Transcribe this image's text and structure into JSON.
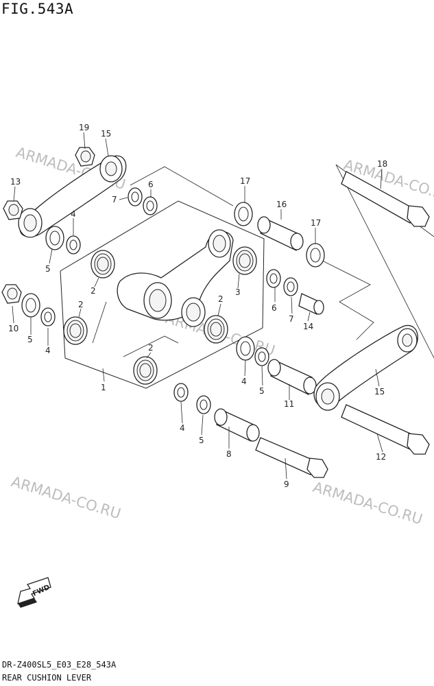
{
  "figure": {
    "title": "FIG.543A",
    "diagram_code": "DR-Z400SL5_E03_E28_543A",
    "diagram_name": "REAR CUSHION LEVER"
  },
  "watermark": "ARMADA-CO.RU",
  "fwd_label": "FWD",
  "callouts": [
    {
      "id": "c19",
      "label": "19"
    },
    {
      "id": "c15a",
      "label": "15"
    },
    {
      "id": "c13",
      "label": "13"
    },
    {
      "id": "c7a",
      "label": "7"
    },
    {
      "id": "c6a",
      "label": "6"
    },
    {
      "id": "c17a",
      "label": "17"
    },
    {
      "id": "c18",
      "label": "18"
    },
    {
      "id": "c16",
      "label": "16"
    },
    {
      "id": "c17b",
      "label": "17"
    },
    {
      "id": "c4a",
      "label": "4"
    },
    {
      "id": "c5a",
      "label": "5"
    },
    {
      "id": "c2a",
      "label": "2"
    },
    {
      "id": "c3",
      "label": "3"
    },
    {
      "id": "c2b",
      "label": "2"
    },
    {
      "id": "c2c",
      "label": "2"
    },
    {
      "id": "c6b",
      "label": "6"
    },
    {
      "id": "c7b",
      "label": "7"
    },
    {
      "id": "c14",
      "label": "14"
    },
    {
      "id": "c10",
      "label": "10"
    },
    {
      "id": "c5b",
      "label": "5"
    },
    {
      "id": "c4b",
      "label": "4"
    },
    {
      "id": "c2d",
      "label": "2"
    },
    {
      "id": "c1",
      "label": "1"
    },
    {
      "id": "c4c",
      "label": "4"
    },
    {
      "id": "c5c",
      "label": "5"
    },
    {
      "id": "c11",
      "label": "11"
    },
    {
      "id": "c15b",
      "label": "15"
    },
    {
      "id": "c4d",
      "label": "4"
    },
    {
      "id": "c5d",
      "label": "5"
    },
    {
      "id": "c8",
      "label": "8"
    },
    {
      "id": "c12",
      "label": "12"
    },
    {
      "id": "c9",
      "label": "9"
    }
  ]
}
